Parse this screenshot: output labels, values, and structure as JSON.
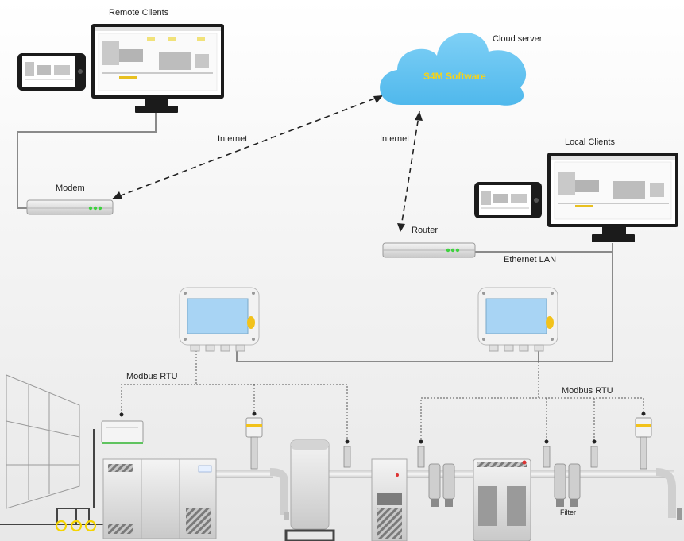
{
  "labels": {
    "remote_clients": "Remote Clients",
    "cloud_server": "Cloud server",
    "software": "S4M Software",
    "internet_left": "Internet",
    "internet_right": "Internet",
    "modem": "Modem",
    "local_clients": "Local Clients",
    "router": "Router",
    "ethernet_lan": "Ethernet LAN",
    "modbus_left": "Modbus RTU",
    "modbus_right": "Modbus RTU",
    "filter": "Filter"
  },
  "colors": {
    "cloud": "#62c3f0",
    "software_text": "#f6d31a",
    "display_screen": "#a8d4f4",
    "knob": "#f2c21b",
    "led": "#3fd23f",
    "ring": "#f5d400"
  }
}
